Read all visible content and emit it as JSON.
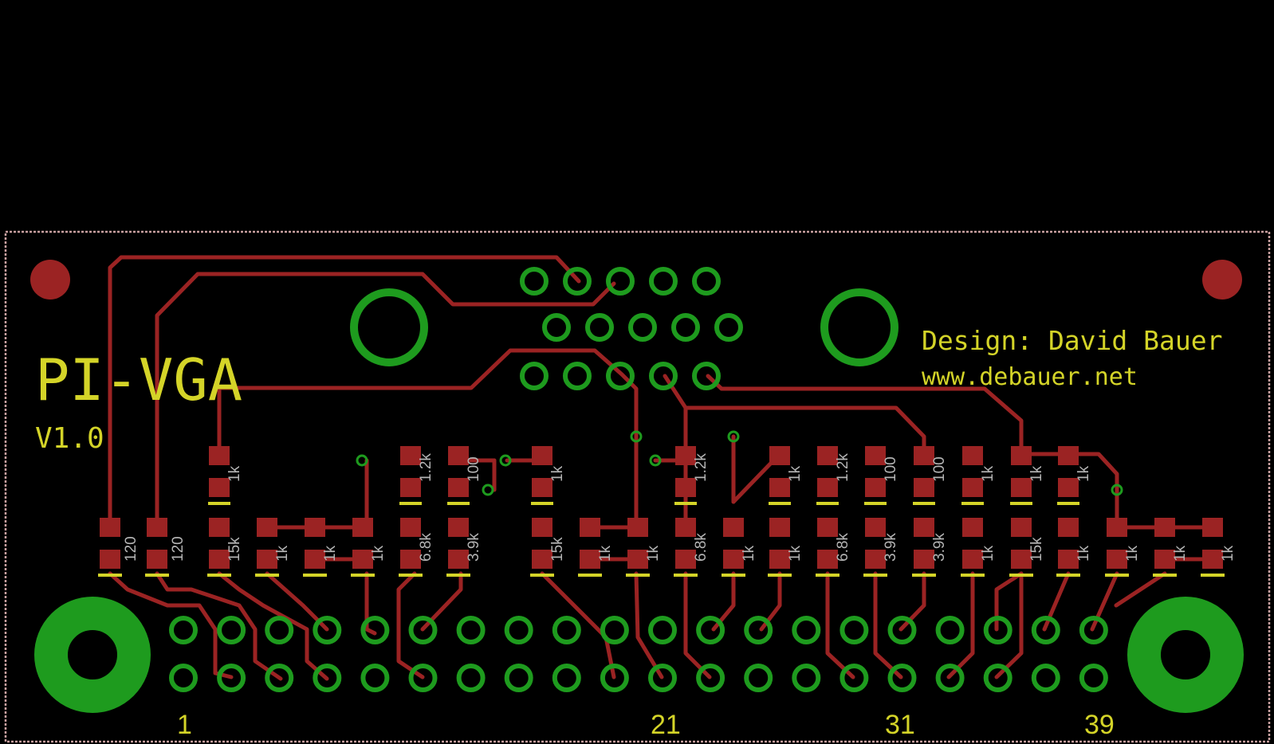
{
  "board": {
    "title": "PI-VGA",
    "version": "V1.0",
    "credit": "Design: David Bauer",
    "website": "www.debauer.net"
  },
  "header_pin_labels": [
    "1",
    "21",
    "31",
    "39"
  ],
  "resistors_top_row": [
    "1k",
    "1.2k",
    "100",
    "1k",
    "1.2k",
    "1k",
    "1.2k",
    "100",
    "100",
    "1k",
    "1k",
    "1k"
  ],
  "resistors_bottom_row": [
    "120",
    "120",
    "15k",
    "1k",
    "1k",
    "1k",
    "6.8k",
    "3.9k",
    "15k",
    "1k",
    "1k",
    "6.8k",
    "1k",
    "1k",
    "6.8k",
    "3.9k",
    "3.9k",
    "1k",
    "15k",
    "1k",
    "1k",
    "1k",
    "1k"
  ],
  "colors": {
    "background": "#000000",
    "copper_pad": "#9b2323",
    "trace": "#9b2323",
    "through_hole": "#1e9b1e",
    "silkscreen": "#d4d428",
    "value_label": "#b4b4b4",
    "board_outline": "#c8a0a0"
  }
}
